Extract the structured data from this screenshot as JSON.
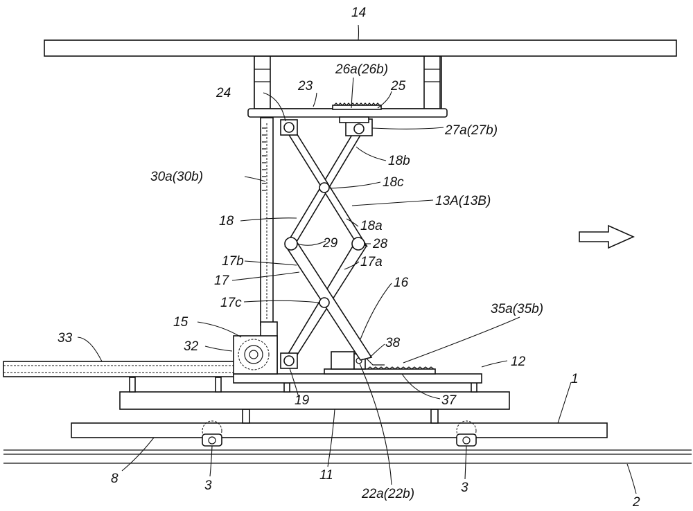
{
  "labels": {
    "l14": "14",
    "l26a": "26a(26b)",
    "l23": "23",
    "l25": "25",
    "l24": "24",
    "l27a": "27a(27b)",
    "l18b": "18b",
    "l30a": "30a(30b)",
    "l18c": "18c",
    "l13A": "13A(13B)",
    "l18": "18",
    "l18a": "18a",
    "l29": "29",
    "l28": "28",
    "l17b": "17b",
    "l17a": "17a",
    "l17": "17",
    "l16": "16",
    "l17c": "17c",
    "l35a": "35a(35b)",
    "l15": "15",
    "l38": "38",
    "l33": "33",
    "l32": "32",
    "l12": "12",
    "l19": "19",
    "l37": "37",
    "l1": "1",
    "l8": "8",
    "l3a": "3",
    "l11": "11",
    "l22a": "22a(22b)",
    "l3b": "3",
    "l2": "2"
  },
  "colors": {
    "line": "#111111",
    "background": "#ffffff"
  },
  "icons": {
    "direction": "right-arrow-icon"
  }
}
